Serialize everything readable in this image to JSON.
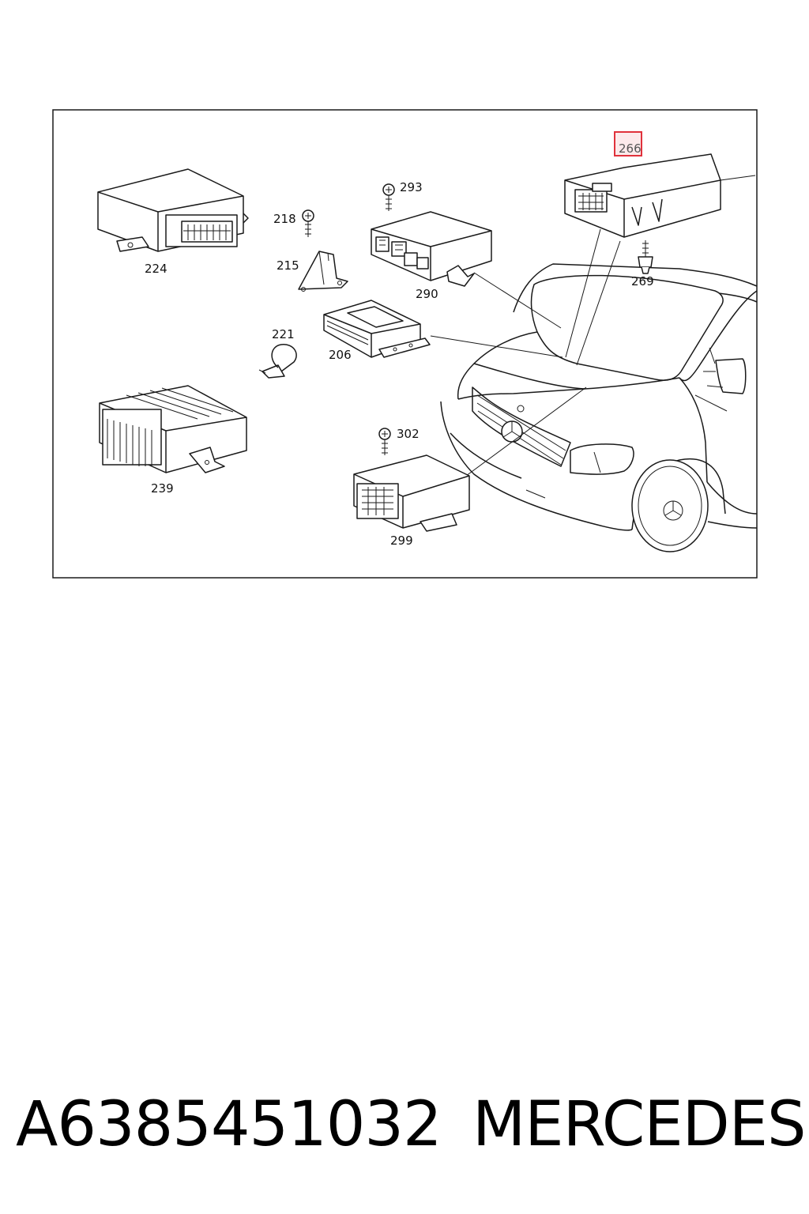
{
  "diagram": {
    "callouts": [
      {
        "id": "266",
        "highlighted": true
      },
      {
        "id": "224"
      },
      {
        "id": "218"
      },
      {
        "id": "215"
      },
      {
        "id": "293"
      },
      {
        "id": "290"
      },
      {
        "id": "269"
      },
      {
        "id": "221"
      },
      {
        "id": "206"
      },
      {
        "id": "239"
      },
      {
        "id": "302"
      },
      {
        "id": "299"
      }
    ],
    "highlight_color": "#e0323c"
  },
  "caption": {
    "part_number": "A6385451032",
    "brand": "MERCEDES"
  }
}
